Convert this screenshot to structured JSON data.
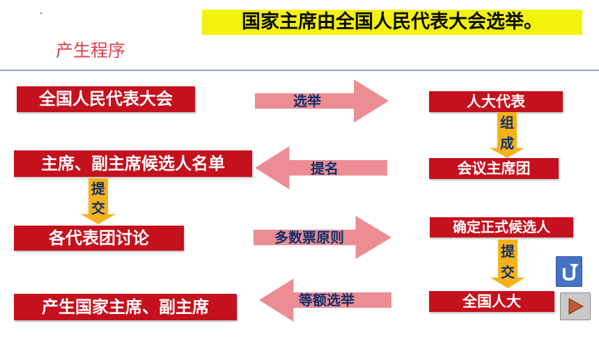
{
  "slide": {
    "banner": "国家主席由全国人民代表大会选举。",
    "subtitle": "产生程序"
  },
  "left_column": {
    "box1": "全国人民代表大会",
    "box2": "主席、副主席候选人名单",
    "box3": "各代表团讨论",
    "box4": "产生国家主席、副主席"
  },
  "right_column": {
    "box1": "人大代表",
    "box2": "会议主席团",
    "box3": "确定正式候选人",
    "box4": "全国人大"
  },
  "arrows": {
    "a1": "选举",
    "a2": "提名",
    "a3": "多数票原则",
    "a4": "等额选举"
  },
  "vertical_labels": {
    "form_1": "组",
    "form_2": "成",
    "submit_left_1": "提",
    "submit_left_2": "交",
    "submit_right_1": "提",
    "submit_right_2": "交"
  },
  "nav": {
    "return_icon": "return-icon",
    "play_icon": "play-icon",
    "return_color": "#4472c4",
    "play_color": "#c05a2a"
  }
}
